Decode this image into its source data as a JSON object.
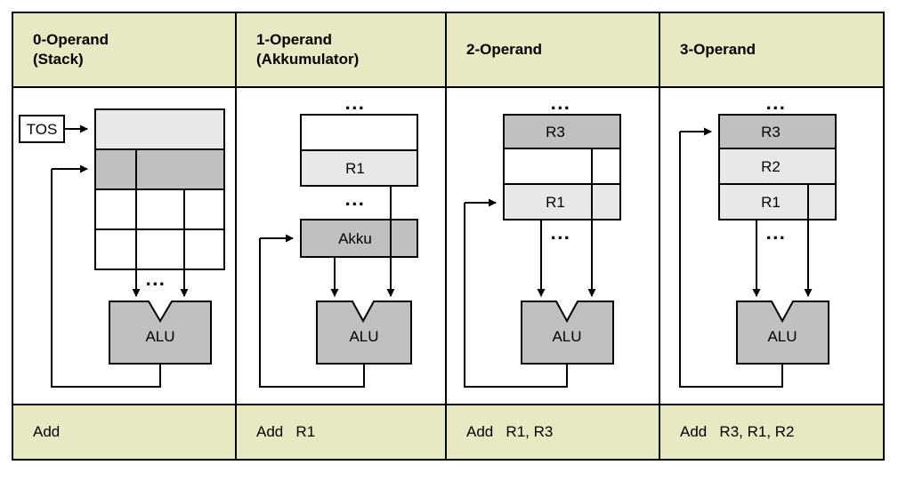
{
  "figure": {
    "kind": "operand-count-architectures-comparison",
    "columns": [
      {
        "header_line1": "0-Operand",
        "header_line2": "(Stack)",
        "instruction": "Add",
        "pointer_label": "TOS",
        "alu_label": "ALU",
        "ellipsis": "...",
        "cells": [
          {
            "label": "",
            "fill": "light"
          },
          {
            "label": "",
            "fill": "medium"
          },
          {
            "label": "",
            "fill": "white"
          },
          {
            "label": "",
            "fill": "white"
          }
        ]
      },
      {
        "header_line1": "1-Operand",
        "header_line2": "(Akkumulator)",
        "instruction": "Add   R1",
        "pointer_label": "",
        "alu_label": "ALU",
        "accumulator_label": "Akku",
        "ellipsis": "...",
        "cells": [
          {
            "label": "",
            "fill": "white"
          },
          {
            "label": "R1",
            "fill": "light"
          }
        ]
      },
      {
        "header_line1": "2-Operand",
        "header_line2": "",
        "instruction": "Add   R1, R3",
        "pointer_label": "",
        "alu_label": "ALU",
        "ellipsis": "...",
        "cells": [
          {
            "label": "R3",
            "fill": "medium"
          },
          {
            "label": "",
            "fill": "white"
          },
          {
            "label": "R1",
            "fill": "light"
          }
        ]
      },
      {
        "header_line1": "3-Operand",
        "header_line2": "",
        "instruction": "Add   R3, R1, R2",
        "pointer_label": "",
        "alu_label": "ALU",
        "ellipsis": "...",
        "cells": [
          {
            "label": "R3",
            "fill": "medium"
          },
          {
            "label": "R2",
            "fill": "light"
          },
          {
            "label": "R1",
            "fill": "light"
          }
        ]
      }
    ],
    "colors": {
      "header_bg": "#e8e8c3",
      "footer_bg": "#e8e8c3",
      "fill_light": "#e8e8e8",
      "fill_medium": "#c0c0c0",
      "fill_white": "#ffffff",
      "stroke": "#000000",
      "page_bg": "#ffffff"
    }
  }
}
